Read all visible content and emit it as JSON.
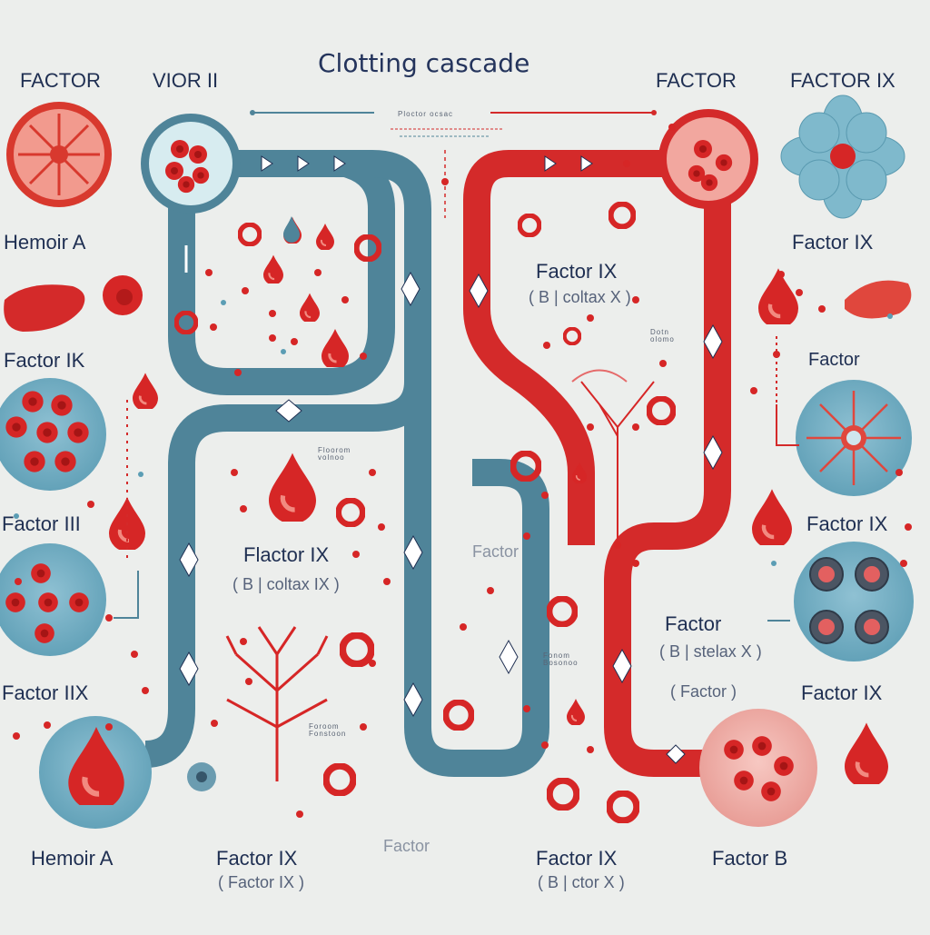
{
  "diagram": {
    "title": "Clotting cascade",
    "subtitle_small": "Ploctor ocsac",
    "top_labels": {
      "factor_left": "FACTOR",
      "vior": "VIOR II",
      "factor_right": "FACTOR",
      "factor_ix_right": "FACTOR IX"
    },
    "left_labels": {
      "hemor_a_top": "Hemoir A",
      "factor_ik": "Factor IK",
      "factor_iii": "Factor III",
      "factor_iix": "Factor IIX"
    },
    "right_labels": {
      "factor_ix_1": "Factor IX",
      "factor_plain": "Factor",
      "factor_ix_2": "Factor IX",
      "factor_ix_3": "Factor IX"
    },
    "center_labels": {
      "upper_main": "Factor IX",
      "upper_sub": "( B | coltax  X )",
      "upper_tiny": "Dotn\nolomo",
      "mid_tiny": "Floorom\nvolnoo",
      "mid_main": "Flactor IX",
      "mid_sub": "( B | coltax  IX )",
      "mid_factor": "Factor",
      "lower_tiny": "Foroom\nFonstoon",
      "right_tiny": "Fonom\nBosonoo",
      "right_main": "Factor",
      "right_sub": "( B | stelax  X )",
      "right_sub2": "( Factor )"
    },
    "bottom_labels": {
      "hemoir_a": "Hemoir A",
      "factor_ix_a": "Factor IX",
      "factor_ix_a_sub": "( Factor  IX )",
      "factor_center": "Factor",
      "factor_ix_b": "Factor IX",
      "factor_ix_b_sub": "( B | ctor  X )",
      "factor_b": "Factor B"
    },
    "colors": {
      "background": "#eceeec",
      "blue_path": "#4f8499",
      "red_path": "#d42a2a",
      "accent_teal": "#5b9db4",
      "drop_red": "#d62626",
      "text_navy": "#1f2f52"
    },
    "icons": [
      "blood-cell-icon",
      "blood-drop-icon",
      "diamond-arrow-icon",
      "flower-icon",
      "liver-icon",
      "capillary-tree-icon",
      "platelet-ring-icon"
    ]
  }
}
